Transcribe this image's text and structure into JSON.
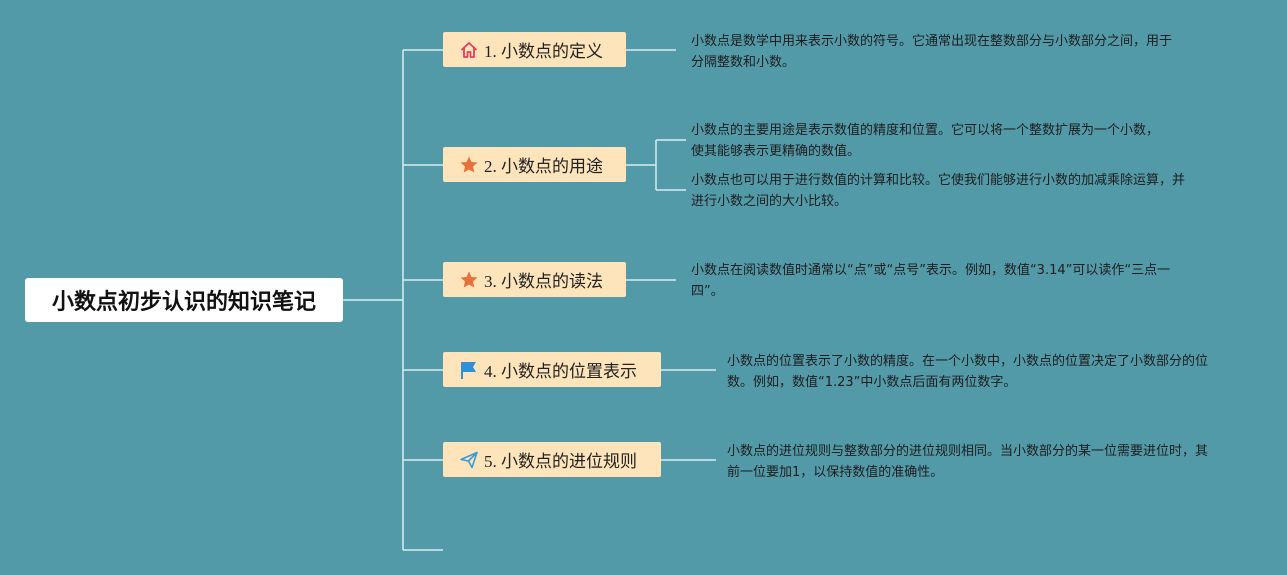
{
  "root": {
    "title": "小数点初步认识的知识笔记"
  },
  "topics": [
    {
      "label": "1. 小数点的定义",
      "icon": "home-icon",
      "notes": [
        "小数点是数学中用来表示小数的符号。它通常出现在整数部分与小数部分之间，用于分隔整数和小数。"
      ]
    },
    {
      "label": "2. 小数点的用途",
      "icon": "star-icon",
      "notes": [
        "小数点的主要用途是表示数值的精度和位置。它可以将一个整数扩展为一个小数，使其能够表示更精确的数值。",
        "小数点也可以用于进行数值的计算和比较。它使我们能够进行小数的加减乘除运算，并进行小数之间的大小比较。"
      ]
    },
    {
      "label": "3. 小数点的读法",
      "icon": "star-icon",
      "notes": [
        "小数点在阅读数值时通常以“点”或“点号”表示。例如，数值“3.14”可以读作“三点一四”。"
      ]
    },
    {
      "label": "4. 小数点的位置表示",
      "icon": "flag-icon",
      "notes": [
        "小数点的位置表示了小数的精度。在一个小数中，小数点的位置决定了小数部分的位数。例如，数值“1.23”中小数点后面有两位数字。"
      ]
    },
    {
      "label": "5. 小数点的进位规则",
      "icon": "send-icon",
      "notes": [
        "小数点的进位规则与整数部分的进位规则相同。当小数部分的某一位需要进位时，其前一位要加1，以保持数值的准确性。"
      ]
    }
  ],
  "colors": {
    "background": "#539aa8",
    "line": "#d8ecef",
    "topic_fill": "#fde4bb",
    "root_fill": "#ffffff",
    "star": "#e8703a",
    "home": "#e0405a",
    "flag": "#2f8fd8",
    "send": "#3a9bd8"
  }
}
